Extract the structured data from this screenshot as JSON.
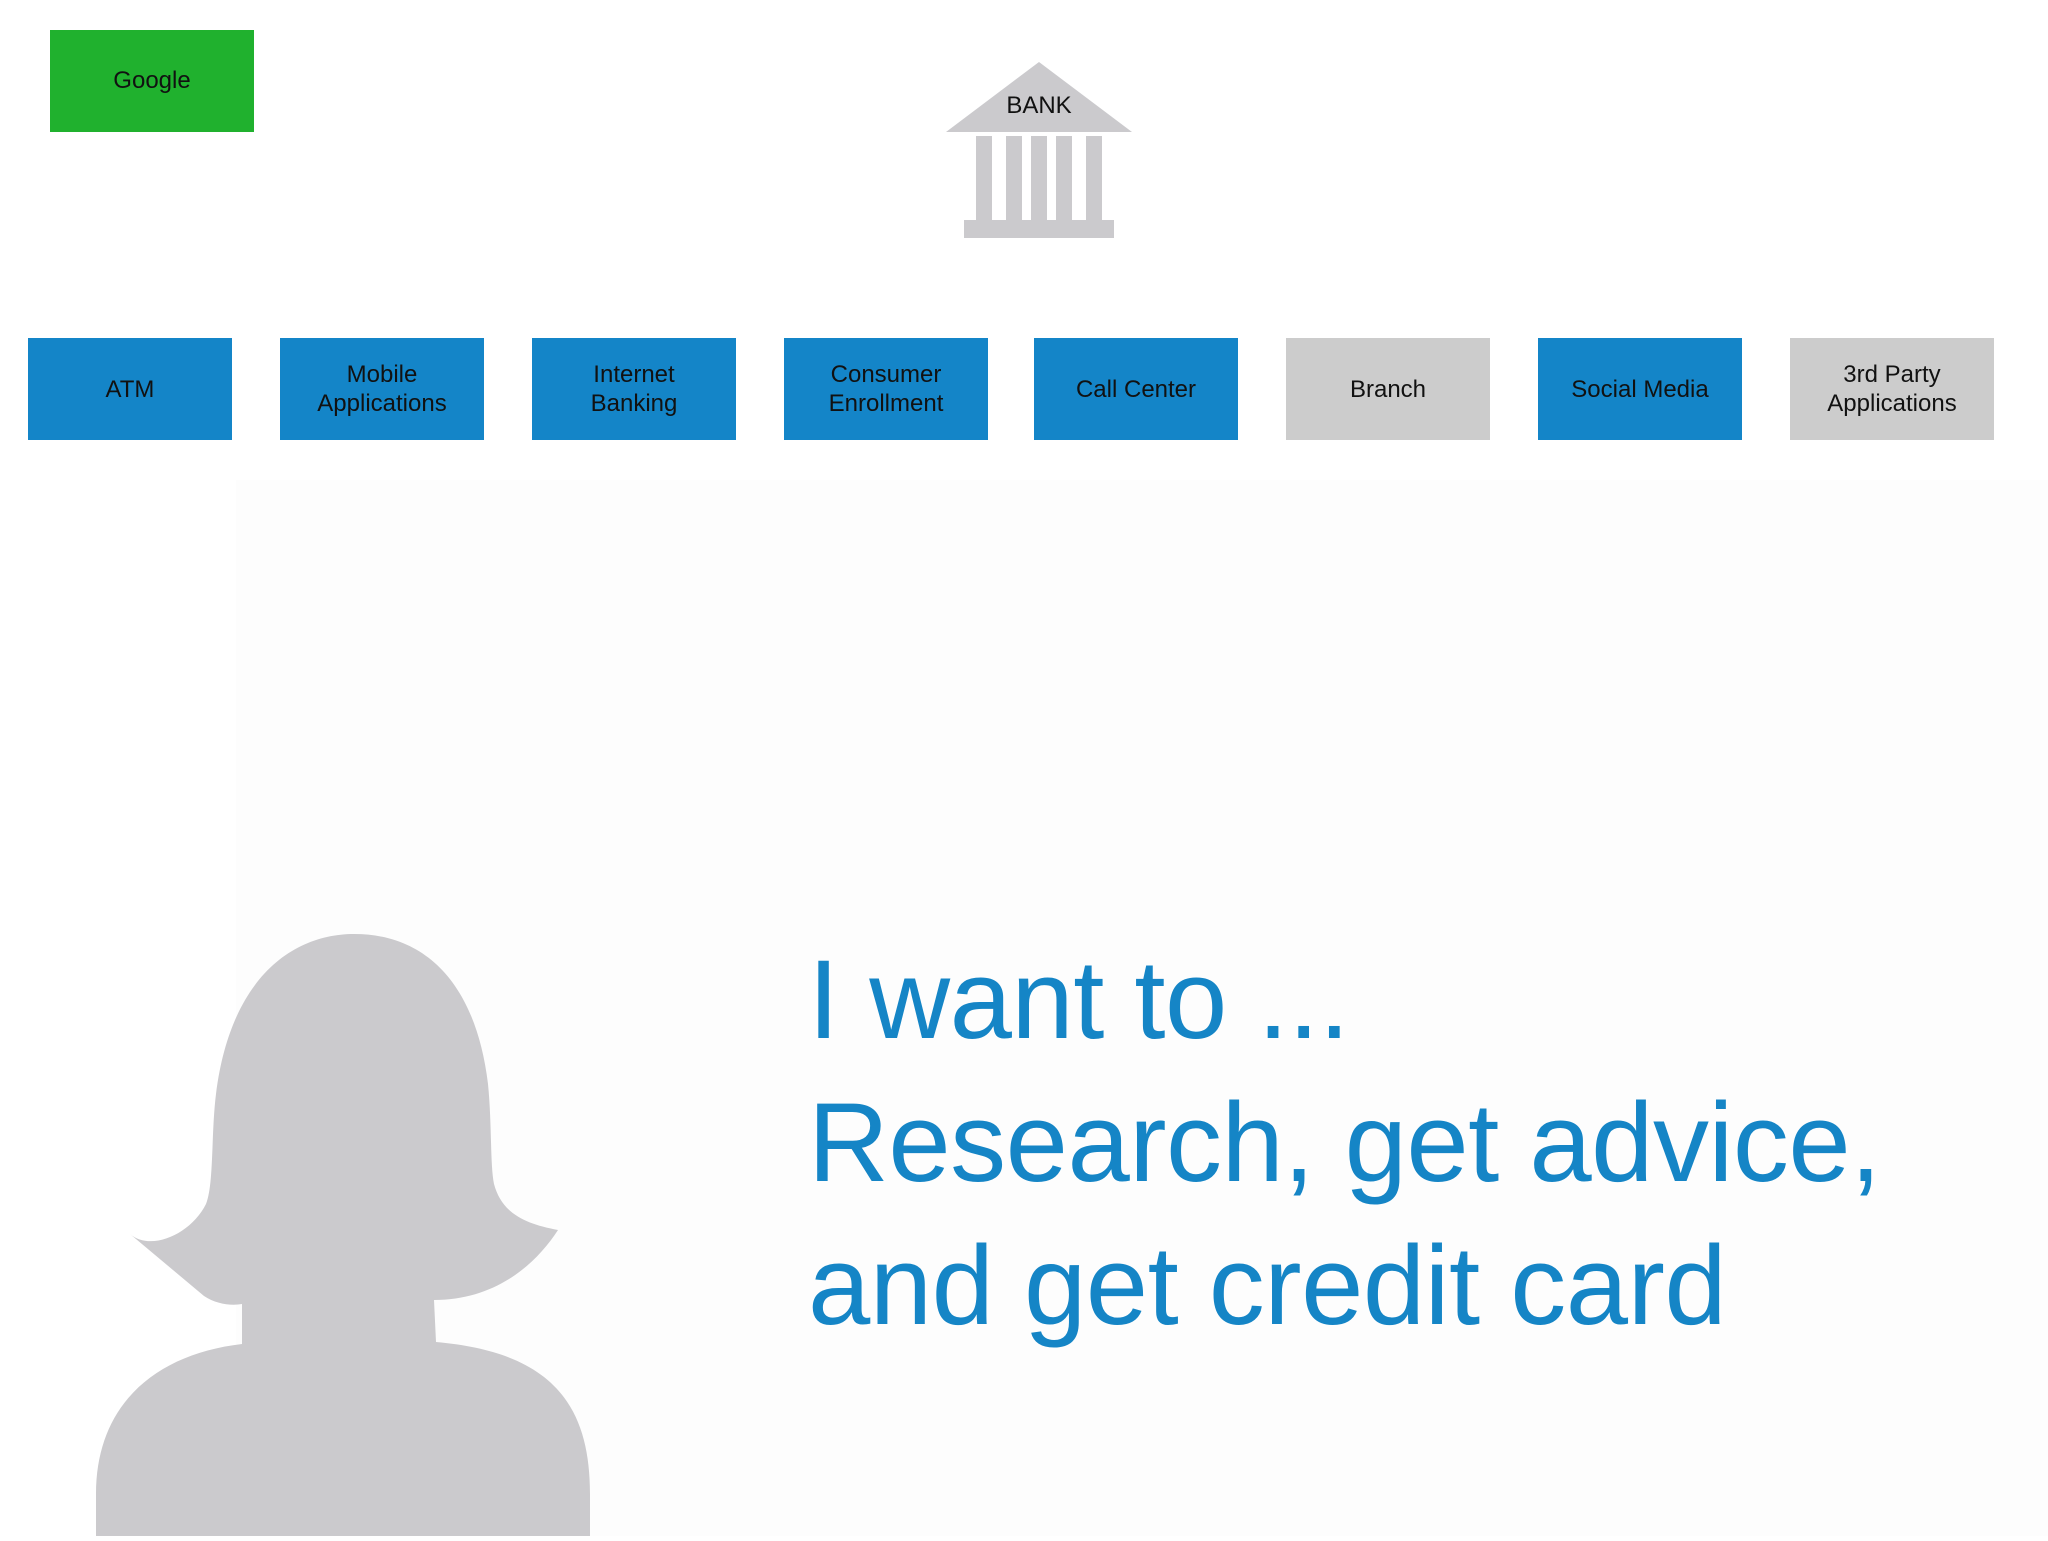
{
  "source_label": "Google",
  "bank": {
    "label": "BANK",
    "icon": "bank-icon"
  },
  "colors": {
    "source": "#20b12e",
    "active_channel": "#1485c8",
    "inactive_channel": "#cccccc",
    "icon_gray": "#cbcacd",
    "headline": "#1585c6"
  },
  "channels": [
    {
      "label": "ATM",
      "active": true
    },
    {
      "label": "Mobile\nApplications",
      "active": true
    },
    {
      "label": "Internet\nBanking",
      "active": true
    },
    {
      "label": "Consumer\nEnrollment",
      "active": true
    },
    {
      "label": "Call Center",
      "active": true
    },
    {
      "label": "Branch",
      "active": false
    },
    {
      "label": "Social Media",
      "active": true
    },
    {
      "label": "3rd Party\nApplications",
      "active": false
    }
  ],
  "persona": {
    "icon": "person-silhouette-icon"
  },
  "headline": {
    "line1": "I want to ...",
    "line2": "Research, get advice,",
    "line3": "and get credit card"
  }
}
